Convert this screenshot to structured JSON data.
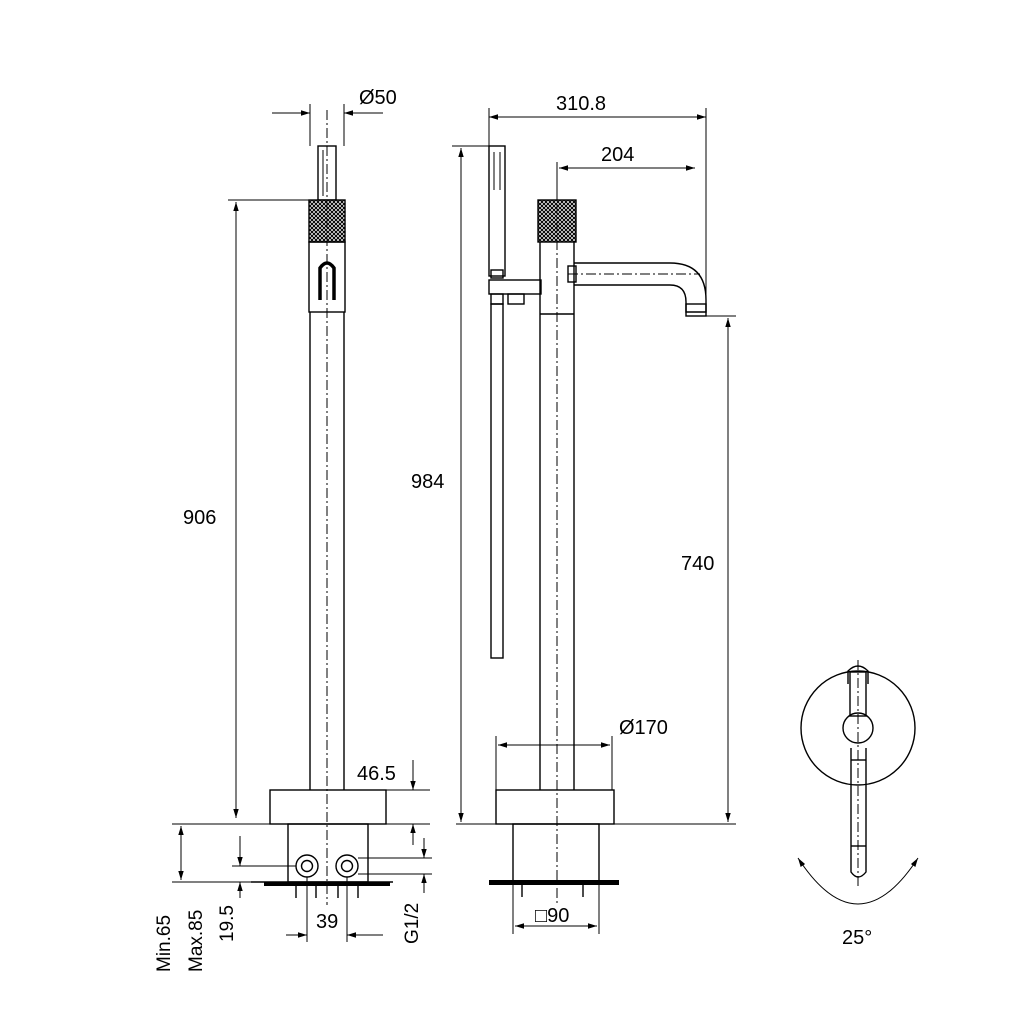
{
  "dimensions": {
    "diameter_50": "Ø50",
    "width_310_8": "310.8",
    "reach_204": "204",
    "height_906": "906",
    "height_984": "984",
    "height_740": "740",
    "diameter_170": "Ø170",
    "height_46_5": "46.5",
    "min_65": "Min.65",
    "max_85": "Max.85",
    "height_19_5": "19.5",
    "spacing_39": "39",
    "thread_g1_2": "G1/2",
    "square_90": "□90",
    "rotation_25": "25°"
  }
}
